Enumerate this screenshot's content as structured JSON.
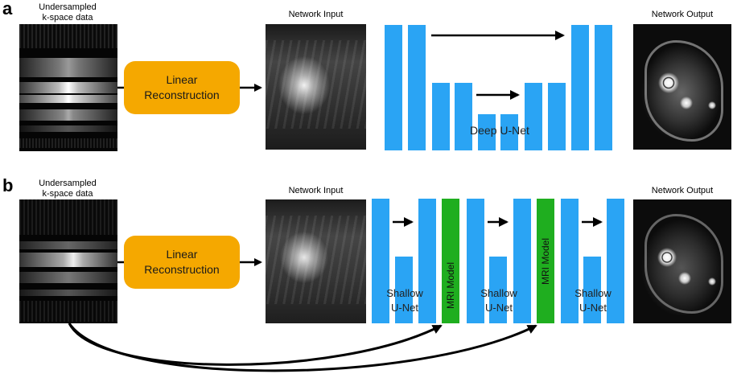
{
  "panel_a": {
    "letter": "a",
    "kspace_caption_line1": "Undersampled",
    "kspace_caption_line2": "k-space data",
    "recon_line1": "Linear",
    "recon_line2": "Reconstruction",
    "input_caption": "Network Input",
    "unet_label": "Deep U-Net",
    "output_caption": "Network Output"
  },
  "panel_b": {
    "letter": "b",
    "kspace_caption_line1": "Undersampled",
    "kspace_caption_line2": "k-space data",
    "recon_line1": "Linear",
    "recon_line2": "Reconstruction",
    "input_caption": "Network Input",
    "shallow_line1": "Shallow",
    "shallow_line2": "U-Net",
    "mri_model_label": "MRI Model",
    "output_caption": "Network Output"
  },
  "colors": {
    "unet_blue": "#2aa4f4",
    "mri_green": "#1fae1f",
    "recon_orange": "#f5a800"
  }
}
